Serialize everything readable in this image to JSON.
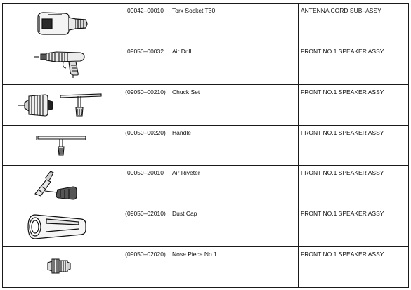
{
  "tools": [
    {
      "icon": "torx-socket-icon",
      "part_number": "09042–00010",
      "name": "Torx Socket T30",
      "target": "ANTENNA CORD SUB–ASSY"
    },
    {
      "icon": "air-drill-icon",
      "part_number": "09050–00032",
      "name": "Air Drill",
      "target": "FRONT NO.1 SPEAKER ASSY"
    },
    {
      "icon": "chuck-set-icon",
      "part_number": "(09050–00210)",
      "name": "Chuck Set",
      "target": "FRONT NO.1 SPEAKER ASSY"
    },
    {
      "icon": "handle-icon",
      "part_number": "(09050–00220)",
      "name": "Handle",
      "target": "FRONT NO.1 SPEAKER ASSY"
    },
    {
      "icon": "air-riveter-icon",
      "part_number": "09050–20010",
      "name": "Air Riveter",
      "target": "FRONT NO.1 SPEAKER ASSY"
    },
    {
      "icon": "dust-cap-icon",
      "part_number": "(09050–02010)",
      "name": "Dust Cap",
      "target": "FRONT NO.1 SPEAKER ASSY"
    },
    {
      "icon": "nose-piece-icon",
      "part_number": "(09050–02020)",
      "name": "Nose Piece No.1",
      "target": "FRONT NO.1 SPEAKER ASSY"
    }
  ]
}
